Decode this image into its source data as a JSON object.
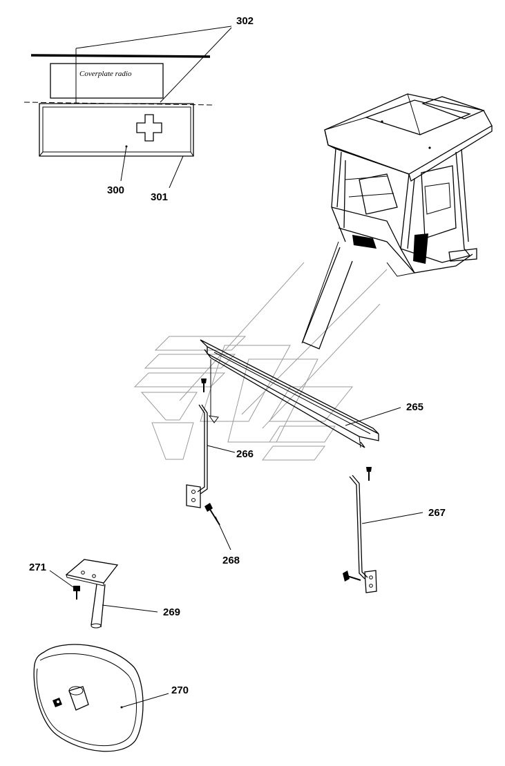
{
  "callouts": {
    "c302": "302",
    "c300": "300",
    "c301": "301",
    "c265": "265",
    "c266": "266",
    "c267": "267",
    "c268": "268",
    "c269": "269",
    "c270": "270",
    "c271": "271"
  },
  "labels": {
    "coverplate": "Coverplate radio"
  },
  "icons": {
    "first_aid": "first-aid-cross-icon"
  },
  "colors": {
    "line": "#000000",
    "watermark": "#9a9a9a",
    "background": "#ffffff"
  }
}
